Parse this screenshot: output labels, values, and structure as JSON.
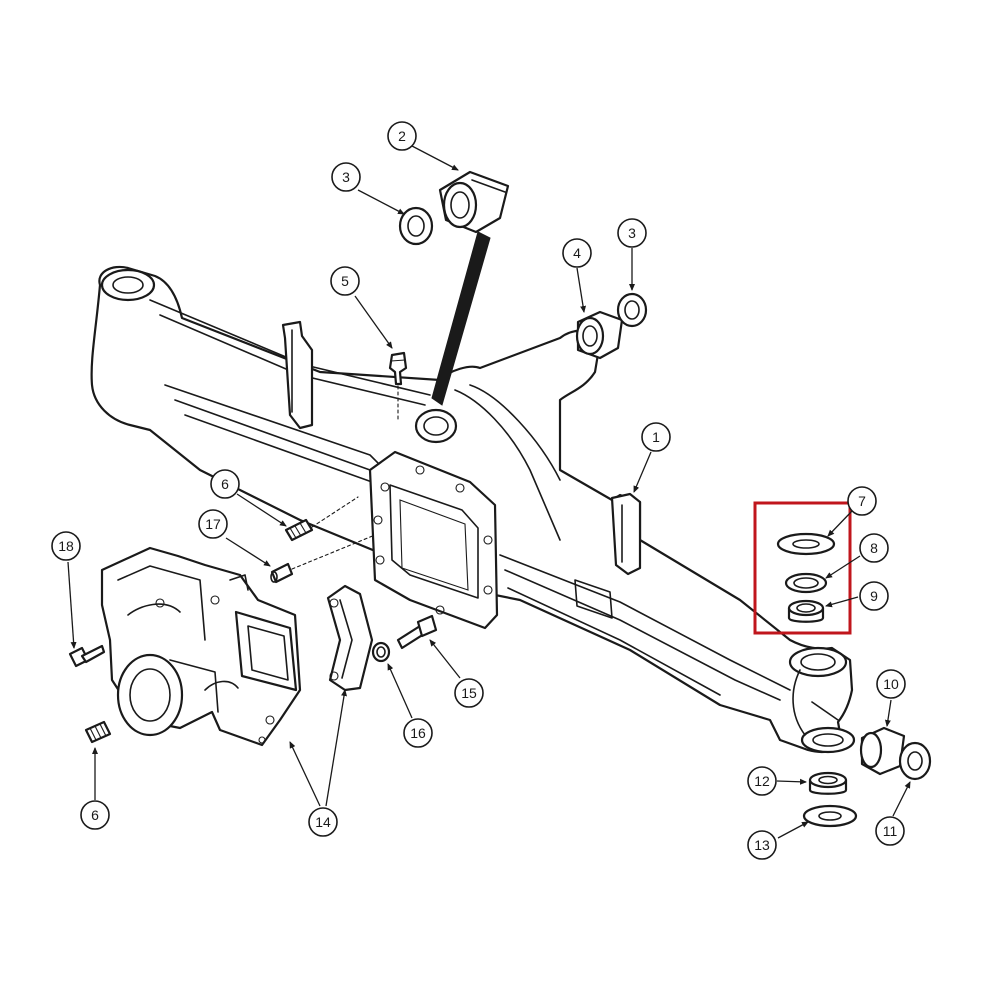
{
  "diagram": {
    "highlight_color": "#c0161c",
    "line_color": "#1a1a1a",
    "callouts": [
      {
        "id": "c1",
        "label": "1"
      },
      {
        "id": "c2",
        "label": "2"
      },
      {
        "id": "c3a",
        "label": "3"
      },
      {
        "id": "c3b",
        "label": "3"
      },
      {
        "id": "c4",
        "label": "4"
      },
      {
        "id": "c5",
        "label": "5"
      },
      {
        "id": "c6a",
        "label": "6"
      },
      {
        "id": "c6b",
        "label": "6"
      },
      {
        "id": "c7",
        "label": "7"
      },
      {
        "id": "c8",
        "label": "8"
      },
      {
        "id": "c9",
        "label": "9"
      },
      {
        "id": "c10",
        "label": "10"
      },
      {
        "id": "c11",
        "label": "11"
      },
      {
        "id": "c12",
        "label": "12"
      },
      {
        "id": "c13",
        "label": "13"
      },
      {
        "id": "c14",
        "label": "14"
      },
      {
        "id": "c15",
        "label": "15"
      },
      {
        "id": "c16",
        "label": "16"
      },
      {
        "id": "c17",
        "label": "17"
      },
      {
        "id": "c18",
        "label": "18"
      }
    ]
  }
}
